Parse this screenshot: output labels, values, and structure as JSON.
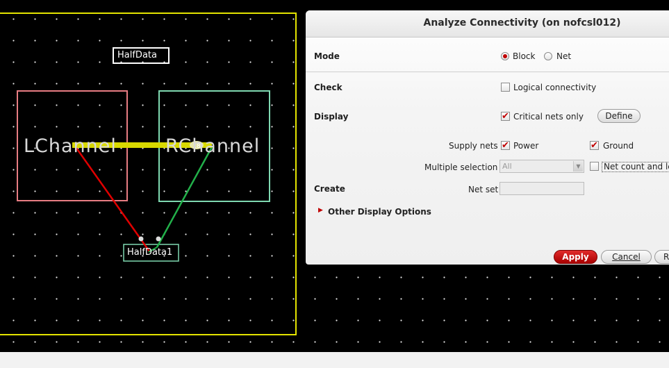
{
  "canvas": {
    "instances": [
      {
        "id": "top",
        "label": "HalfData"
      },
      {
        "id": "left",
        "label": "LChannel"
      },
      {
        "id": "right",
        "label": "RChannel"
      },
      {
        "id": "bottom",
        "label": "HalfData1"
      }
    ],
    "bus_marker": "18"
  },
  "dialog": {
    "title": "Analyze Connectivity (on nofcsl012)",
    "mode": {
      "label": "Mode",
      "options": [
        "Block",
        "Net"
      ],
      "selected": "Block"
    },
    "check": {
      "label": "Check",
      "logical_connectivity": {
        "label": "Logical connectivity",
        "checked": false
      }
    },
    "display": {
      "label": "Display",
      "critical_nets_only": {
        "label": "Critical nets only",
        "checked": true
      },
      "define_button": "Define",
      "supply_nets_label": "Supply nets",
      "power": {
        "label": "Power",
        "checked": true
      },
      "ground": {
        "label": "Ground",
        "checked": true
      },
      "multiple_selection_label": "Multiple selection",
      "multiple_selection_value": "All",
      "net_count": {
        "label": "Net count and le",
        "checked": false
      }
    },
    "create": {
      "label": "Create",
      "net_set_label": "Net set",
      "net_set_value": ""
    },
    "other_display_options": "Other Display Options",
    "buttons": {
      "apply": "Apply",
      "cancel": "Cancel",
      "reset": "R"
    }
  },
  "colors": {
    "left_box": "#e87d83",
    "right_box": "#7fd9b1",
    "red_wire": "#e00000",
    "green_wire": "#22b04a",
    "yellow_bus": "#d8d800",
    "yellow_border": "#e4e400"
  }
}
